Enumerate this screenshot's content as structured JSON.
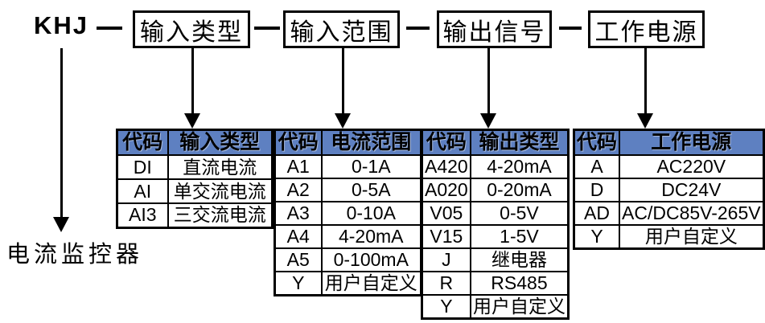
{
  "diagram": {
    "model_prefix": "KHJ",
    "model_description": "电流监控器",
    "colors": {
      "header_bg": "#5E80C1",
      "line": "#000000",
      "background": "#ffffff"
    },
    "top_boxes": [
      {
        "label": "输入类型"
      },
      {
        "label": "输入范围"
      },
      {
        "label": "输出信号"
      },
      {
        "label": "工作电源"
      }
    ],
    "tables": [
      {
        "name": "input-type",
        "headers": [
          "代码",
          "输入类型"
        ],
        "rows": [
          [
            "DI",
            "直流电流"
          ],
          [
            "AI",
            "单交流电流"
          ],
          [
            "AI3",
            "三交流电流"
          ]
        ]
      },
      {
        "name": "current-range",
        "headers": [
          "代码",
          "电流范围"
        ],
        "rows": [
          [
            "A1",
            "0-1A"
          ],
          [
            "A2",
            "0-5A"
          ],
          [
            "A3",
            "0-10A"
          ],
          [
            "A4",
            "4-20mA"
          ],
          [
            "A5",
            "0-100mA"
          ],
          [
            "Y",
            "用户自定义"
          ]
        ]
      },
      {
        "name": "output-type",
        "headers": [
          "代码",
          "输出类型"
        ],
        "rows": [
          [
            "A420",
            "4-20mA"
          ],
          [
            "A020",
            "0-20mA"
          ],
          [
            "V05",
            "0-5V"
          ],
          [
            "V15",
            "1-5V"
          ],
          [
            "J",
            "继电器"
          ],
          [
            "R",
            "RS485"
          ],
          [
            "Y",
            "用户自定义"
          ]
        ]
      },
      {
        "name": "working-power",
        "headers": [
          "代码",
          "工作电源"
        ],
        "rows": [
          [
            "A",
            "AC220V"
          ],
          [
            "D",
            "DC24V"
          ],
          [
            "AD",
            "AC/DC85V-265V"
          ],
          [
            "Y",
            "用户自定义"
          ]
        ]
      }
    ]
  }
}
